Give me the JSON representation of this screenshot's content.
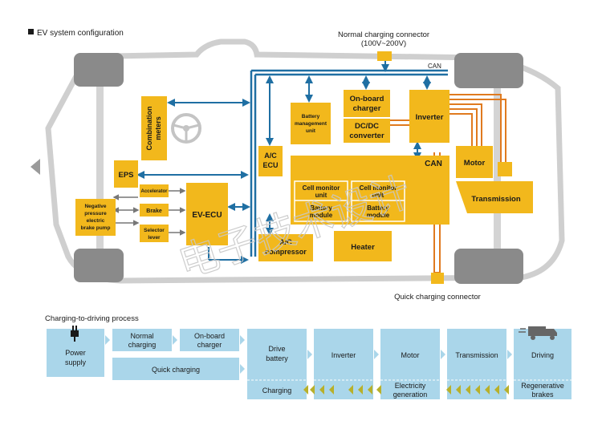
{
  "titles": {
    "config": "EV system configuration",
    "process": "Charging-to-driving process"
  },
  "connectors": {
    "normal_line1": "Normal charging connector",
    "normal_line2": "(100V~200V)",
    "quick": "Quick charging connector",
    "can_top": "CAN",
    "can_mid": "CAN"
  },
  "components": {
    "combination_meters_1": "Combination",
    "combination_meters_2": "meters",
    "battery_mgmt_1": "Battery",
    "battery_mgmt_2": "management",
    "battery_mgmt_3": "unit",
    "onboard_charger_1": "On-board",
    "onboard_charger_2": "charger",
    "dcdc_1": "DC/DC",
    "dcdc_2": "converter",
    "inverter": "Inverter",
    "motor": "Motor",
    "transmission": "Transmission",
    "ac_ecu_1": "A/C",
    "ac_ecu_2": "ECU",
    "eps": "EPS",
    "accelerator": "Accelerator",
    "brake": "Brake",
    "selector_1": "Selector",
    "selector_2": "lever",
    "ev_ecu": "EV-ECU",
    "neg_pump_1": "Negative",
    "neg_pump_2": "pressure",
    "neg_pump_3": "electric",
    "neg_pump_4": "brake pump",
    "cell_monitor_1": "Cell monitor",
    "cell_monitor_2": "unit",
    "battery_module_1": "Battery",
    "battery_module_2": "module",
    "ac_compressor_1": "A/C",
    "ac_compressor_2": "compressor",
    "heater": "Heater"
  },
  "process": {
    "power_supply_1": "Power",
    "power_supply_2": "supply",
    "normal_charging_1": "Normal",
    "normal_charging_2": "charging",
    "onboard_charger_1": "On-board",
    "onboard_charger_2": "charger",
    "quick_charging": "Quick charging",
    "drive_battery_1": "Drive",
    "drive_battery_2": "battery",
    "charging": "Charging",
    "inverter": "Inverter",
    "motor": "Motor",
    "electricity_generation_1": "Electricity",
    "electricity_generation_2": "generation",
    "transmission": "Transmission",
    "driving": "Driving",
    "regen_brakes_1": "Regenerative",
    "regen_brakes_2": "brakes"
  },
  "colors": {
    "component": "#f2b81c",
    "can_bus": "#1f6fa3",
    "power_line": "#e07a1f",
    "process_box": "#aad6ea",
    "chassis": "#cccccc",
    "wheel": "#8a8a8a"
  },
  "watermark": "电子技术设计"
}
